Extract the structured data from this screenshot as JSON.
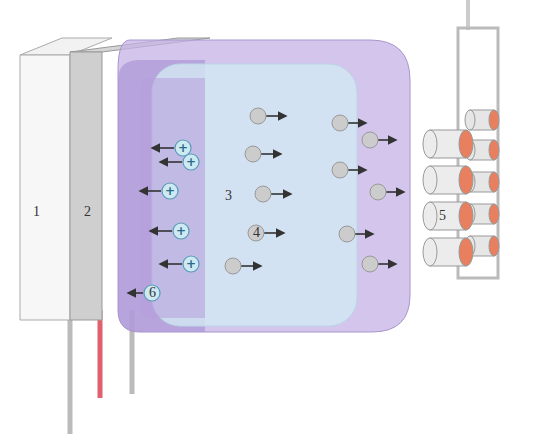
{
  "diagram": {
    "labels": [
      "1",
      "2",
      "+",
      "+",
      "+",
      "+",
      "+",
      "6",
      "3",
      "4",
      "5"
    ]
  }
}
